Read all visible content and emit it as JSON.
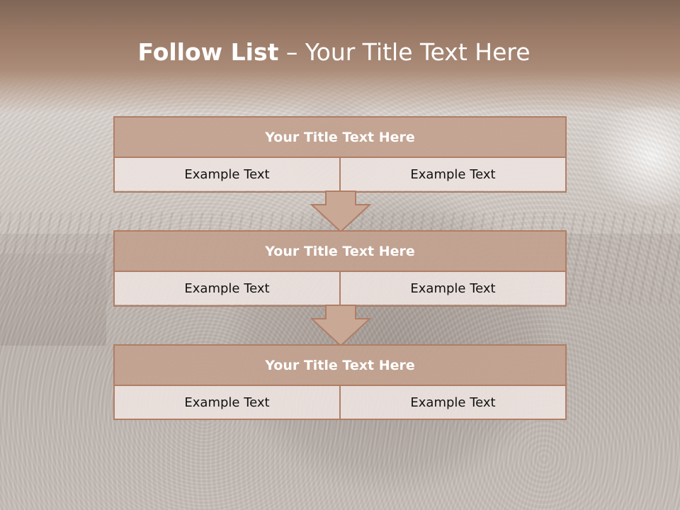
{
  "slide": {
    "title_bold": "Follow List",
    "title_rest": " – Your Title Text Here"
  },
  "steps": [
    {
      "title": "Your Title Text Here",
      "left": "Example Text",
      "right": "Example Text"
    },
    {
      "title": "Your Title Text Here",
      "left": "Example Text",
      "right": "Example Text"
    },
    {
      "title": "Your Title Text Here",
      "left": "Example Text",
      "right": "Example Text"
    }
  ],
  "colors": {
    "title_band": "#9a7a67",
    "box_header": "#c3a18f",
    "box_border": "#b07e65",
    "box_cell": "#ece2de"
  }
}
